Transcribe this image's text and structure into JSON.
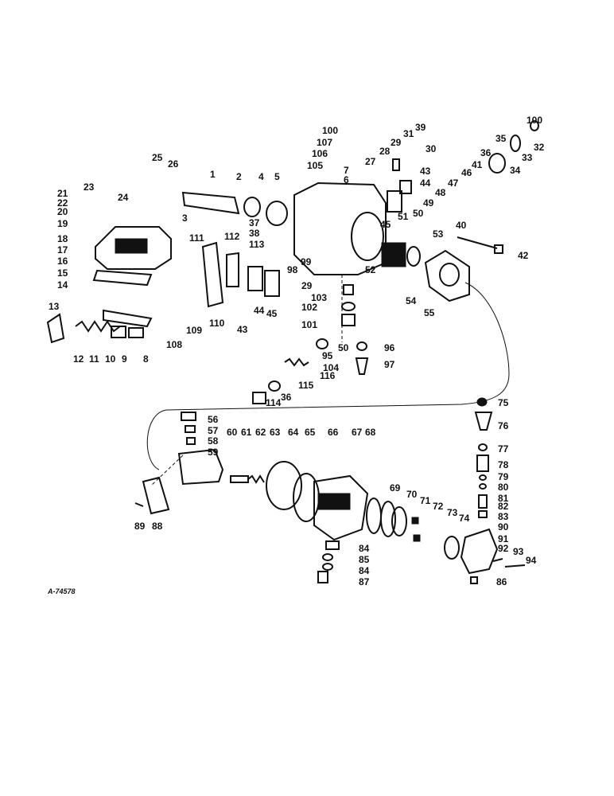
{
  "drawing_code": "A-74578",
  "callouts": [
    "1",
    "2",
    "3",
    "4",
    "5",
    "6",
    "7",
    "8",
    "9",
    "10",
    "11",
    "12",
    "13",
    "14",
    "15",
    "16",
    "17",
    "18",
    "19",
    "20",
    "21",
    "22",
    "23",
    "24",
    "25",
    "26",
    "27",
    "28",
    "29",
    "29",
    "30",
    "31",
    "32",
    "33",
    "34",
    "35",
    "36",
    "36",
    "37",
    "38",
    "39",
    "40",
    "41",
    "42",
    "43",
    "43",
    "44",
    "44",
    "45",
    "45",
    "46",
    "47",
    "48",
    "49",
    "50",
    "50",
    "51",
    "52",
    "53",
    "54",
    "55",
    "56",
    "57",
    "58",
    "59",
    "60",
    "61",
    "62",
    "63",
    "64",
    "65",
    "66",
    "67",
    "68",
    "69",
    "70",
    "71",
    "72",
    "73",
    "74",
    "75",
    "76",
    "77",
    "78",
    "79",
    "80",
    "81",
    "82",
    "83",
    "84",
    "84",
    "85",
    "86",
    "87",
    "88",
    "89",
    "90",
    "91",
    "92",
    "93",
    "94",
    "95",
    "96",
    "97",
    "98",
    "99",
    "100",
    "100",
    "101",
    "102",
    "103",
    "104",
    "105",
    "106",
    "107",
    "108",
    "109",
    "110",
    "111",
    "112",
    "113",
    "114",
    "115",
    "116"
  ]
}
